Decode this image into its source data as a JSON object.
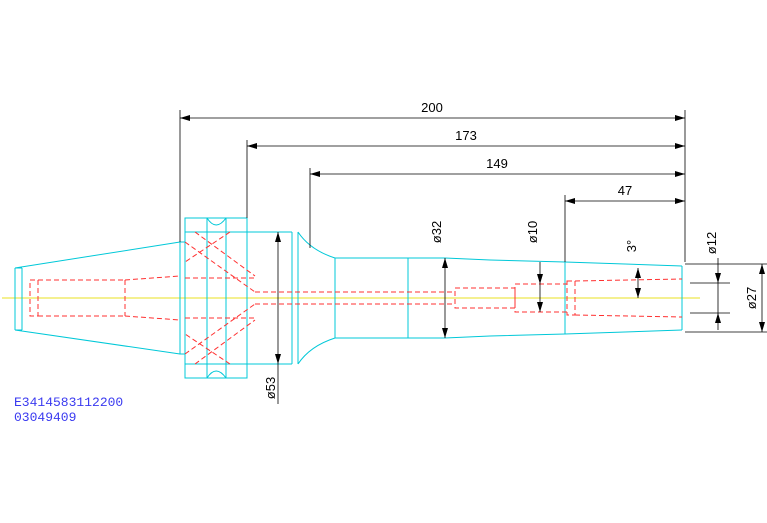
{
  "dimensions": {
    "len_200": "200",
    "len_173": "173",
    "len_149": "149",
    "len_47": "47",
    "dia_32": "ø32",
    "dia_10": "ø10",
    "angle_3": "3°",
    "dia_12": "ø12",
    "dia_27": "ø27",
    "dia_53": "ø53"
  },
  "codes": {
    "part_number": "E3414583112200",
    "serial": "03049409"
  },
  "colors": {
    "outline": "#00c8d8",
    "hidden": "#ff3030",
    "centerline": "#e8e020",
    "dimension": "#000000",
    "code_text": "#3a3af0"
  }
}
